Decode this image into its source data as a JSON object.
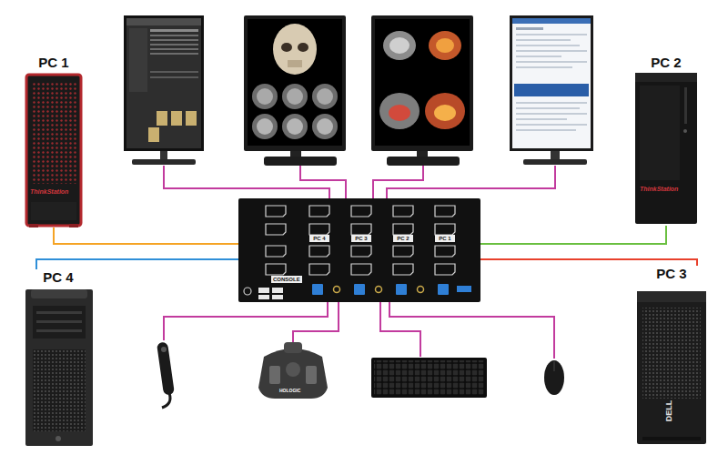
{
  "diagram": {
    "nodes": [
      {
        "text": [
          "PC 1"
        ]
      },
      {
        "text": [
          "PC 2"
        ]
      },
      {
        "text": [
          "CONSOLE"
        ]
      },
      {
        "text": [
          "PC 4"
        ]
      },
      {
        "text": [
          "PC 3"
        ]
      }
    ],
    "edges": [
      {
        "from": 0,
        "to": 2,
        "arrow": "none"
      },
      {
        "from": 1,
        "to": 2,
        "arrow": "none"
      },
      {
        "from": 3,
        "to": 2,
        "arrow": "none"
      },
      {
        "from": 4,
        "to": 2,
        "arrow": "none"
      }
    ],
    "labels": [
      "PC 4",
      "PC 3",
      "PC 2",
      "PC 1",
      "ThinkStation",
      "ThinkStation",
      "HOLOGIC",
      "DELL"
    ]
  }
}
